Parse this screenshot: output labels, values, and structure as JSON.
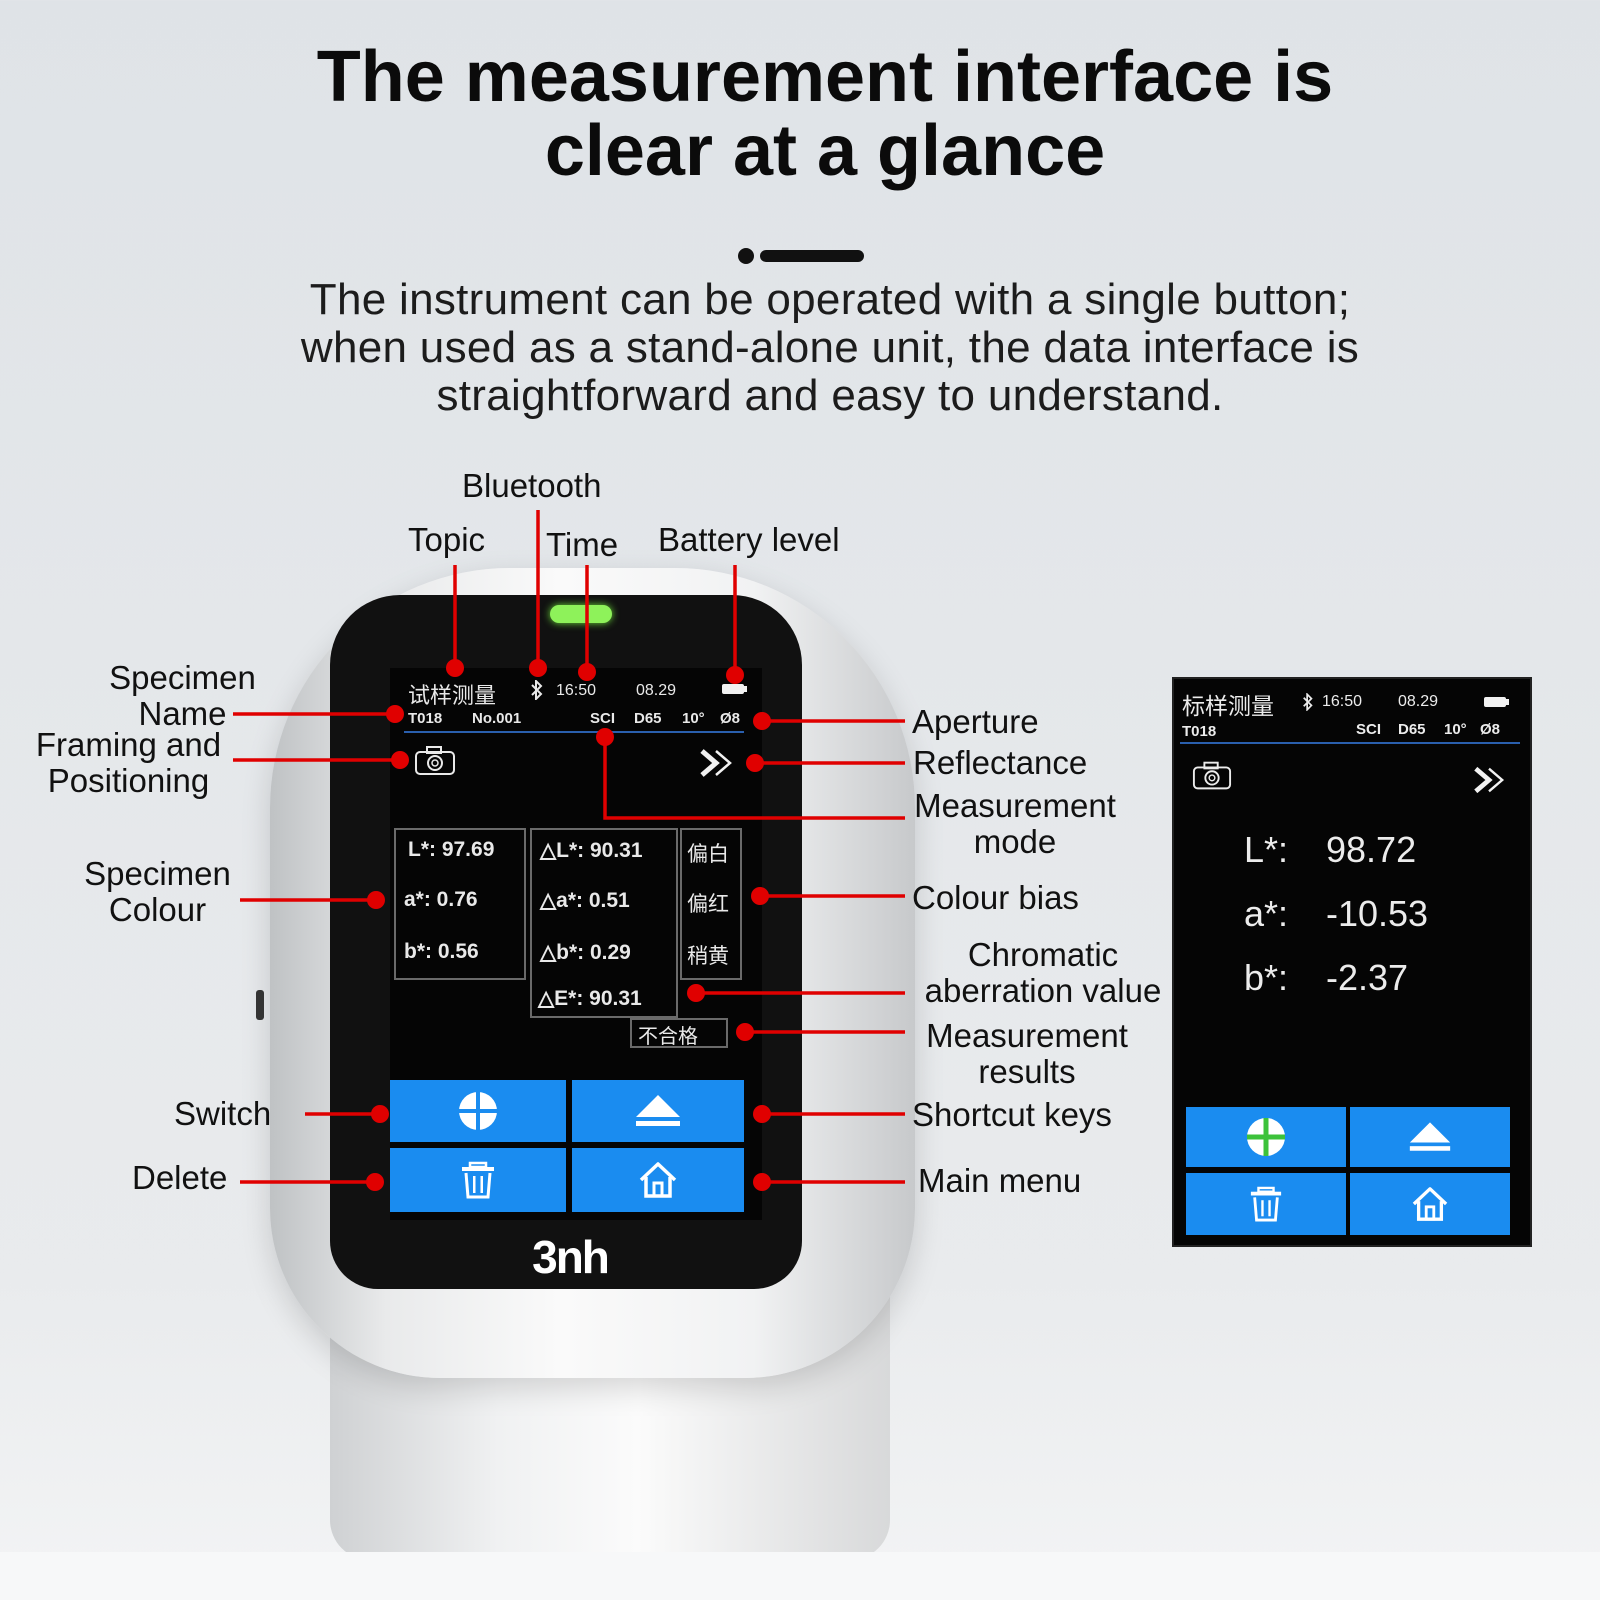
{
  "headline": {
    "line1": "The measurement interface is",
    "line2": "clear at a glance"
  },
  "subtitle": {
    "line1": "The instrument can be operated with a single button;",
    "line2": "when used as a stand-alone unit, the data interface is",
    "line3": "straightforward and easy to understand."
  },
  "device": {
    "brand": "3nh",
    "status_bar": {
      "title": "试样测量",
      "time": "16:50",
      "date": "08.29"
    },
    "info_bar": {
      "sample": "T018",
      "number": "No.001",
      "mode": "SCI",
      "illuminant": "D65",
      "observer": "10°",
      "aperture": "Ø8"
    },
    "colour": {
      "L": "L*: 97.69",
      "a": "a*: 0.76",
      "b": "b*: 0.56"
    },
    "delta": {
      "dL": "△L*: 90.31",
      "da": "△a*: 0.51",
      "db": "△b*: 0.29",
      "dE": "△E*: 90.31"
    },
    "bias": {
      "b1": "偏白",
      "b2": "偏红",
      "b3": "稍黄"
    },
    "result": "不合格"
  },
  "callouts": {
    "bluetooth": "Bluetooth",
    "topic": "Topic",
    "time": "Time",
    "battery": "Battery level",
    "specimen_name_1": "Specimen",
    "specimen_name_2": "Name",
    "framing_1": "Framing and",
    "framing_2": "Positioning",
    "specimen_colour_1": "Specimen",
    "specimen_colour_2": "Colour",
    "switch": "Switch",
    "delete": "Delete",
    "aperture": "Aperture",
    "reflectance": "Reflectance",
    "measurement_mode_1": "Measurement",
    "measurement_mode_2": "mode",
    "colour_bias": "Colour bias",
    "chromatic_1": "Chromatic",
    "chromatic_2": "aberration value",
    "measurement_results_1": "Measurement",
    "measurement_results_2": "results",
    "shortcut_keys": "Shortcut keys",
    "main_menu": "Main menu"
  },
  "panel": {
    "status_bar": {
      "title": "标样测量",
      "time": "16:50",
      "date": "08.29"
    },
    "info_bar": {
      "sample": "T018",
      "mode": "SCI",
      "illuminant": "D65",
      "observer": "10°",
      "aperture": "Ø8"
    },
    "values": {
      "L_label": "L*:",
      "L_value": "98.72",
      "a_label": "a*:",
      "a_value": "-10.53",
      "b_label": "b*:",
      "b_value": "-2.37"
    }
  },
  "colors": {
    "accent_red": "#e00000",
    "button_blue": "#1a8cf0"
  }
}
